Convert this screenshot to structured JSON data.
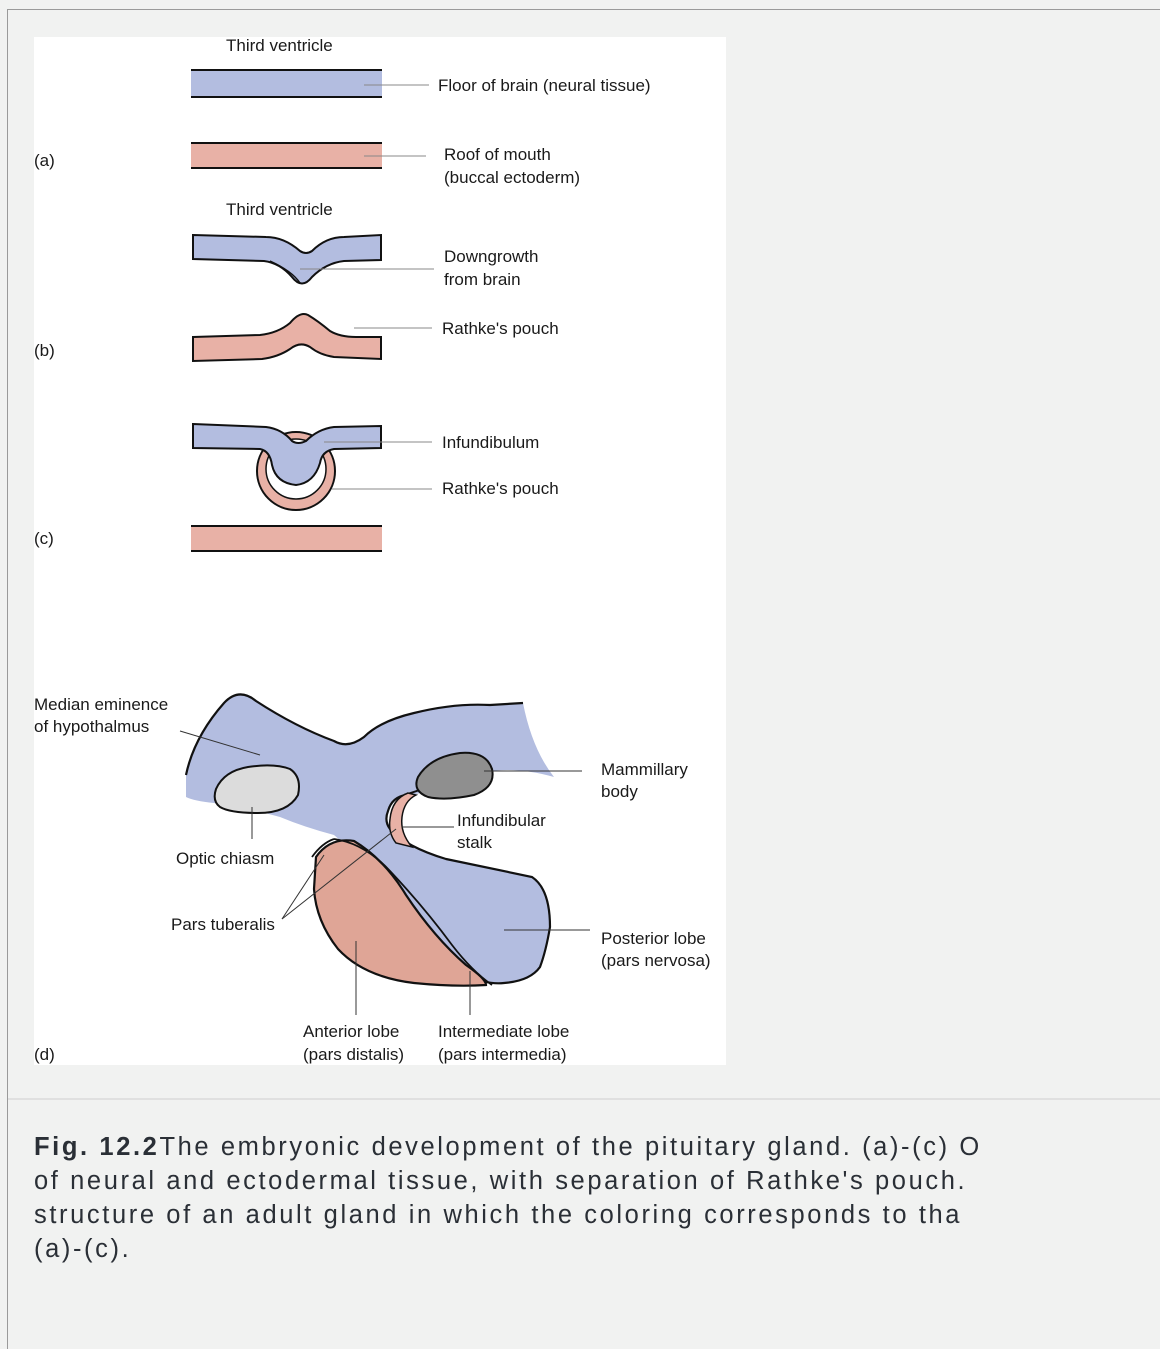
{
  "figure": {
    "labels": {
      "third_ventricle_a": "Third ventricle",
      "floor_of_brain": "Floor of brain (neural tissue)",
      "panel_a": "(a)",
      "roof_of_mouth_1": "Roof of mouth",
      "roof_of_mouth_2": "(buccal ectoderm)",
      "third_ventricle_b": "Third ventricle",
      "downgrowth_1": "Downgrowth",
      "downgrowth_2": "from brain",
      "rathkes_pouch_b": "Rathke's pouch",
      "panel_b": "(b)",
      "infundibulum": "Infundibulum",
      "rathkes_pouch_c": "Rathke's pouch",
      "panel_c": "(c)",
      "median_eminence_1": "Median eminence",
      "median_eminence_2": "of hypothalmus",
      "mammillary_1": "Mammillary",
      "mammillary_2": "body",
      "infundibular_1": "Infundibular",
      "infundibular_2": "stalk",
      "optic_chiasm": "Optic chiasm",
      "pars_tuberalis": "Pars tuberalis",
      "posterior_1": "Posterior lobe",
      "posterior_2": "(pars nervosa)",
      "anterior_1": "Anterior lobe",
      "anterior_2": "(pars distalis)",
      "intermediate_1": "Intermediate lobe",
      "intermediate_2": "(pars intermedia)",
      "panel_d": "(d)"
    },
    "colors": {
      "neural": "#b3bde0",
      "ectoderm": "#e8b1a6",
      "anterior": "#dfa596",
      "optic": "#dcdcdc",
      "mammillary": "#8f8f8f"
    }
  },
  "caption": {
    "fig_label": "Fig. 12.2",
    "line1": "The embryonic development of the pituitary gland. (a)-(c) O",
    "line2": "of neural and ectodermal tissue, with separation of Rathke's pouch.",
    "line3": "structure of an adult gland in which the coloring corresponds to tha",
    "line4": "(a)-(c)."
  }
}
